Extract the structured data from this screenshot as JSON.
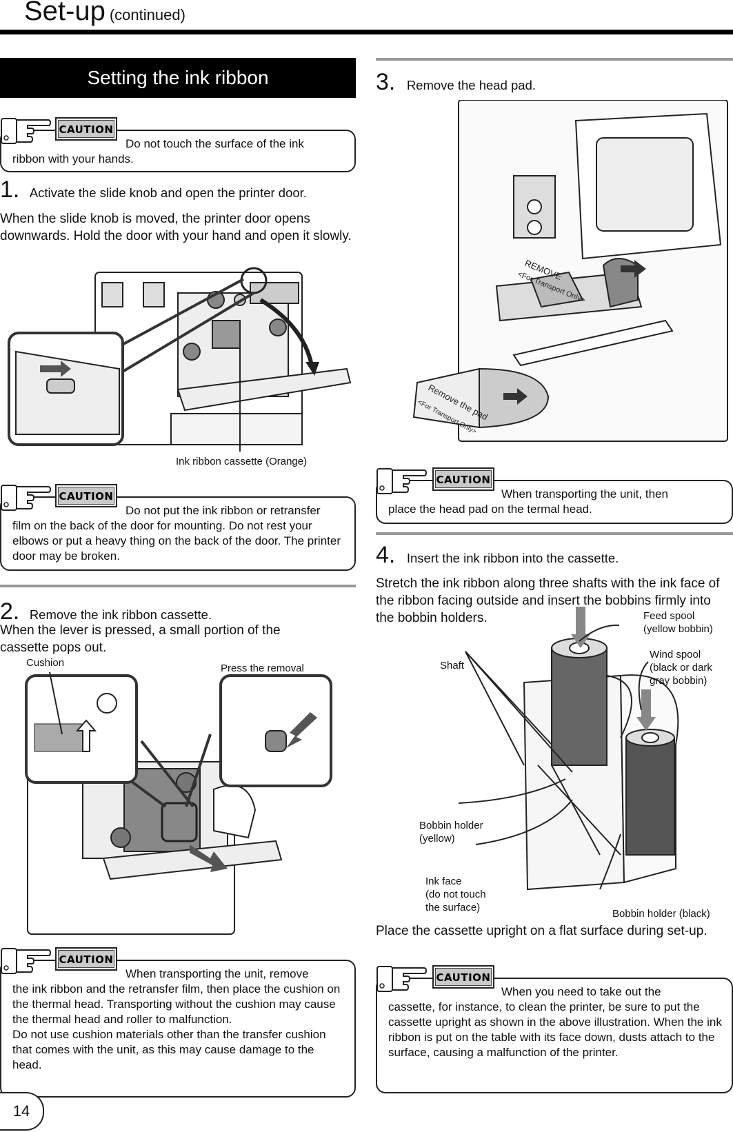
{
  "header": {
    "title": "Set-up",
    "subtitle": "(continued)"
  },
  "section": {
    "title": "Setting the ink ribbon"
  },
  "caution_label": "CAUTION",
  "cautions": [
    {
      "first_line": "Do not touch the surface of the ink",
      "rest": "ribbon with your hands."
    },
    {
      "first_line": "Do not put the ink ribbon or retransfer",
      "rest": "film on the back of the door for mounting.  Do not rest your elbows or put a heavy thing on the back of the door. The printer door may be broken."
    },
    {
      "first_line": "When transporting the unit, remove",
      "rest": "the ink ribbon and the retransfer film, then place the cushion on the thermal head. Transporting without the cushion may cause the thermal head and roller to malfunction.\nDo not use cushion materials other than the transfer cushion that comes with the unit, as this may cause damage to the head."
    },
    {
      "first_line": "When transporting the unit, then",
      "rest": "place the head pad on the termal head."
    },
    {
      "first_line": "When you need to take out the",
      "rest": "cassette, for instance, to clean the printer, be sure to put the cassette upright as shown in the above illustration. When the ink ribbon is put on the table with its face down, dusts attach to the surface, causing a malfunction of the printer."
    }
  ],
  "steps": [
    {
      "num": "1.",
      "heading": "Activate the slide knob and open the printer door.",
      "body": "When the slide knob is moved, the printer door opens downwards.  Hold the door with your hand and open it slowly."
    },
    {
      "num": "2.",
      "heading": "Remove the ink ribbon cassette.",
      "body": "When the lever is pressed, a small portion of the cassette pops out."
    },
    {
      "num": "3.",
      "heading": "Remove the head pad.",
      "body": ""
    },
    {
      "num": "4.",
      "heading": "Insert the ink ribbon into the cassette.",
      "body": "Stretch the ink ribbon along three shafts with the ink face of the ribbon facing outside and insert the bobbins firmly into the bobbin holders."
    }
  ],
  "figure_labels": {
    "ink_cassette": "Ink ribbon cassette (Orange)",
    "cushion": "Cushion",
    "press_lever": "Press the removal lever.",
    "pad_remove": "REMOVE",
    "pad_transport": "<For Transport Only>",
    "pad_remove_the_pad": "Remove the pad",
    "feed_spool": "Feed spool\n(yellow bobbin)",
    "wind_spool": "Wind spool\n(black or dark\ngray bobbin)",
    "shaft": "Shaft",
    "bobbin_yellow": "Bobbin holder\n(yellow)",
    "ink_face": "Ink face\n(do not touch\nthe surface)",
    "bobbin_black": "Bobbin holder (black)"
  },
  "after_step4": "Place the cassette upright on a flat surface during set-up.",
  "page_number": "14"
}
